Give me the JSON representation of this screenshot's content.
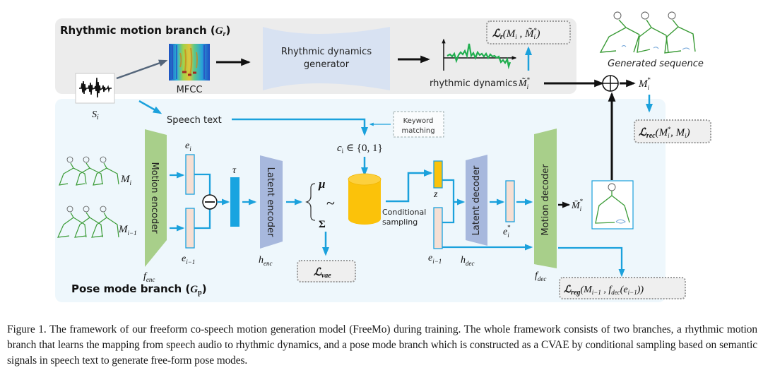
{
  "figure": {
    "rhythmic_branch": {
      "title": "Rhythmic motion branch (",
      "title_symbol": "G",
      "title_sub": "r",
      "title_close": ")",
      "mfcc_label": "MFCC",
      "generator_line1": "Rhythmic dynamics",
      "generator_line2": "generator",
      "dynamics_label": "rhythmic dynamics",
      "dynamics_symbol": "M̃",
      "dynamics_sub": "i",
      "dynamics_sup": "*",
      "loss_r": "ℒ",
      "loss_r_sub": "r",
      "loss_r_args": "(M",
      "loss_r_args_sub1": "i",
      "loss_r_args_mid": " , M̃",
      "loss_r_args_sub2": "i",
      "loss_r_args_sup2": "*",
      "loss_r_close": ")"
    },
    "generated": {
      "label": "Generated sequence",
      "output_symbol": "M",
      "output_sub": "i",
      "output_sup": "*",
      "loss_rec": "ℒ",
      "loss_rec_sub": "rec",
      "loss_rec_args": "(M",
      "loss_rec_sub1": "i",
      "loss_rec_sup1": "*",
      "loss_rec_mid": ", M",
      "loss_rec_sub2": "i",
      "loss_rec_close": ")"
    },
    "pose_branch": {
      "title": "Pose mode branch (",
      "title_symbol": "G",
      "title_sub": "p",
      "title_close": ")",
      "speech_symbol": "S",
      "speech_sub": "i",
      "speech_text": "Speech text",
      "keyword_line1": "Keyword",
      "keyword_line2": "matching",
      "condition": "c",
      "condition_sub": "i",
      "condition_set": " ∈ {0, 1}",
      "motion_current": "M",
      "motion_current_sub": "i",
      "motion_prev": "M",
      "motion_prev_sub": "i−1",
      "motion_encoder": "Motion encoder",
      "f_enc": "f",
      "f_enc_sub": "enc",
      "e_i": "e",
      "e_i_sub": "i",
      "e_prev": "e",
      "e_prev_sub": "i−1",
      "minus": "−",
      "tau": "τ",
      "latent_encoder": "Latent encoder",
      "h_enc": "h",
      "h_enc_sub": "enc",
      "mu": "μ",
      "tilde": "~",
      "sigma": "Σ",
      "loss_vae": "ℒ",
      "loss_vae_sub": "vae",
      "conditional_line1": "Conditional",
      "conditional_line2": "sampling",
      "z": "z",
      "e_prev2": "e",
      "e_prev2_sub": "i−1",
      "latent_decoder": "Latent decoder",
      "h_dec": "h",
      "h_dec_sub": "dec",
      "e_star": "e",
      "e_star_sub": "i",
      "e_star_sup": "*",
      "motion_decoder": "Motion decoder",
      "f_dec": "f",
      "f_dec_sub": "dec",
      "m_bar": "M̄",
      "m_bar_sub": "i",
      "m_bar_sup": "*",
      "loss_reg": "ℒ",
      "loss_reg_sub": "reg",
      "loss_reg_args": "(M",
      "loss_reg_sub1": "i−1",
      "loss_reg_mid": " , f",
      "loss_reg_sub2": "dec",
      "loss_reg_inner": "(e",
      "loss_reg_sub3": "i−1",
      "loss_reg_close": "))"
    },
    "colors": {
      "rhythmic_bg": "#ededed",
      "pose_bg": "#eef7fc",
      "flow_blue": "#1ba1dc",
      "encoder_green": "#a8cf8a",
      "latent_purple": "#a7b8dd",
      "generator_blue": "#d8e2f2",
      "sampler_yellow": "#fbc20a",
      "embedding_fill": "#f6dfd3",
      "tau_blue": "#18a4e0",
      "dynamics_green": "#1fae4e"
    }
  },
  "caption": "Figure 1. The framework of our freeform co-speech motion generation model (FreeMo) during training. The whole framework consists of two branches, a rhythmic motion branch that learns the mapping from speech audio to rhythmic dynamics, and a pose mode branch which is constructed as a CVAE by conditional sampling based on semantic signals in speech text to generate free-form pose modes."
}
